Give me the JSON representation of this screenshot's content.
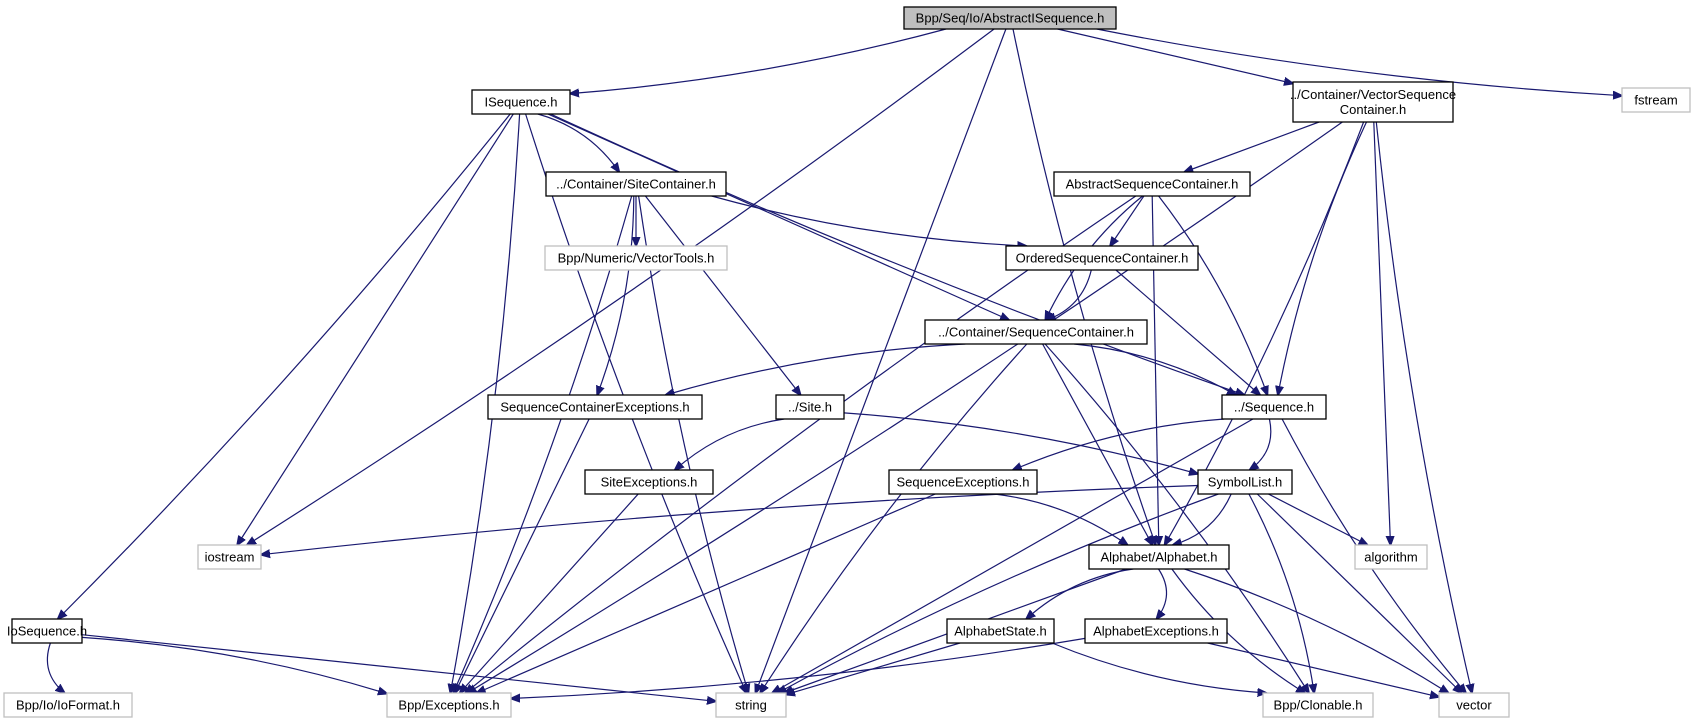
{
  "diagram": {
    "type": "include-dependency-graph",
    "colors": {
      "edge": "#191970",
      "root_fill": "#bfbfbf",
      "root_border": "#000000",
      "documented_border": "#000000",
      "external_border": "#bfbfbf",
      "node_fill": "#ffffff"
    },
    "nodes": [
      {
        "id": "root",
        "label": "Bpp/Seq/Io/AbstractISequence.h",
        "kind": "root"
      },
      {
        "id": "isequence",
        "label": "ISequence.h",
        "kind": "documented"
      },
      {
        "id": "vsc",
        "label": "../Container/VectorSequence\nContainer.h",
        "kind": "documented"
      },
      {
        "id": "fstream",
        "label": "fstream",
        "kind": "external"
      },
      {
        "id": "sitecontainer",
        "label": "../Container/SiteContainer.h",
        "kind": "documented"
      },
      {
        "id": "asc",
        "label": "AbstractSequenceContainer.h",
        "kind": "documented"
      },
      {
        "id": "vectortools",
        "label": "Bpp/Numeric/VectorTools.h",
        "kind": "external"
      },
      {
        "id": "osc",
        "label": "OrderedSequenceContainer.h",
        "kind": "documented"
      },
      {
        "id": "sc",
        "label": "../Container/SequenceContainer.h",
        "kind": "documented"
      },
      {
        "id": "sce",
        "label": "SequenceContainerExceptions.h",
        "kind": "documented"
      },
      {
        "id": "site",
        "label": "../Site.h",
        "kind": "documented"
      },
      {
        "id": "sequence",
        "label": "../Sequence.h",
        "kind": "documented"
      },
      {
        "id": "siteexc",
        "label": "SiteExceptions.h",
        "kind": "documented"
      },
      {
        "id": "seqexc",
        "label": "SequenceExceptions.h",
        "kind": "documented"
      },
      {
        "id": "symbollist",
        "label": "SymbolList.h",
        "kind": "documented"
      },
      {
        "id": "iostream",
        "label": "iostream",
        "kind": "external"
      },
      {
        "id": "alphabet",
        "label": "Alphabet/Alphabet.h",
        "kind": "documented"
      },
      {
        "id": "algorithm",
        "label": "algorithm",
        "kind": "external"
      },
      {
        "id": "iosequence",
        "label": "IoSequence.h",
        "kind": "documented"
      },
      {
        "id": "alphastate",
        "label": "AlphabetState.h",
        "kind": "documented"
      },
      {
        "id": "alphaexc",
        "label": "AlphabetExceptions.h",
        "kind": "documented"
      },
      {
        "id": "ioformat",
        "label": "Bpp/Io/IoFormat.h",
        "kind": "external"
      },
      {
        "id": "exceptions",
        "label": "Bpp/Exceptions.h",
        "kind": "external"
      },
      {
        "id": "string",
        "label": "string",
        "kind": "external"
      },
      {
        "id": "clonable",
        "label": "Bpp/Clonable.h",
        "kind": "external"
      },
      {
        "id": "vector",
        "label": "vector",
        "kind": "external"
      }
    ],
    "edges": [
      [
        "root",
        "isequence"
      ],
      [
        "root",
        "vsc"
      ],
      [
        "root",
        "fstream"
      ],
      [
        "root",
        "iostream"
      ],
      [
        "root",
        "string"
      ],
      [
        "root",
        "alphabet"
      ],
      [
        "isequence",
        "sitecontainer"
      ],
      [
        "isequence",
        "sc"
      ],
      [
        "isequence",
        "sequence"
      ],
      [
        "isequence",
        "iosequence"
      ],
      [
        "isequence",
        "iostream"
      ],
      [
        "isequence",
        "string"
      ],
      [
        "isequence",
        "exceptions"
      ],
      [
        "vsc",
        "asc"
      ],
      [
        "vsc",
        "sequence"
      ],
      [
        "vsc",
        "alphabet"
      ],
      [
        "vsc",
        "algorithm"
      ],
      [
        "vsc",
        "vector"
      ],
      [
        "vsc",
        "exceptions"
      ],
      [
        "sitecontainer",
        "vectortools"
      ],
      [
        "sitecontainer",
        "osc"
      ],
      [
        "sitecontainer",
        "sce"
      ],
      [
        "sitecontainer",
        "site"
      ],
      [
        "sitecontainer",
        "string"
      ],
      [
        "sitecontainer",
        "exceptions"
      ],
      [
        "asc",
        "osc"
      ],
      [
        "asc",
        "sc"
      ],
      [
        "asc",
        "sequence"
      ],
      [
        "asc",
        "alphabet"
      ],
      [
        "asc",
        "exceptions"
      ],
      [
        "osc",
        "sc"
      ],
      [
        "osc",
        "sequence"
      ],
      [
        "sc",
        "sce"
      ],
      [
        "sc",
        "sequence"
      ],
      [
        "sc",
        "alphabet"
      ],
      [
        "sc",
        "string"
      ],
      [
        "sc",
        "clonable"
      ],
      [
        "sce",
        "exceptions"
      ],
      [
        "site",
        "siteexc"
      ],
      [
        "site",
        "symbollist"
      ],
      [
        "siteexc",
        "exceptions"
      ],
      [
        "sequence",
        "seqexc"
      ],
      [
        "sequence",
        "symbollist"
      ],
      [
        "sequence",
        "string"
      ],
      [
        "sequence",
        "vector"
      ],
      [
        "seqexc",
        "alphabet"
      ],
      [
        "seqexc",
        "exceptions"
      ],
      [
        "symbollist",
        "iostream"
      ],
      [
        "symbollist",
        "alphabet"
      ],
      [
        "symbollist",
        "algorithm"
      ],
      [
        "symbollist",
        "string"
      ],
      [
        "symbollist",
        "clonable"
      ],
      [
        "symbollist",
        "vector"
      ],
      [
        "alphabet",
        "alphastate"
      ],
      [
        "alphabet",
        "alphaexc"
      ],
      [
        "alphabet",
        "string"
      ],
      [
        "alphabet",
        "clonable"
      ],
      [
        "alphabet",
        "vector"
      ],
      [
        "alphastate",
        "string"
      ],
      [
        "alphastate",
        "clonable"
      ],
      [
        "alphaexc",
        "exceptions"
      ],
      [
        "alphaexc",
        "vector"
      ],
      [
        "iosequence",
        "ioformat"
      ],
      [
        "iosequence",
        "exceptions"
      ],
      [
        "iosequence",
        "string"
      ]
    ]
  }
}
